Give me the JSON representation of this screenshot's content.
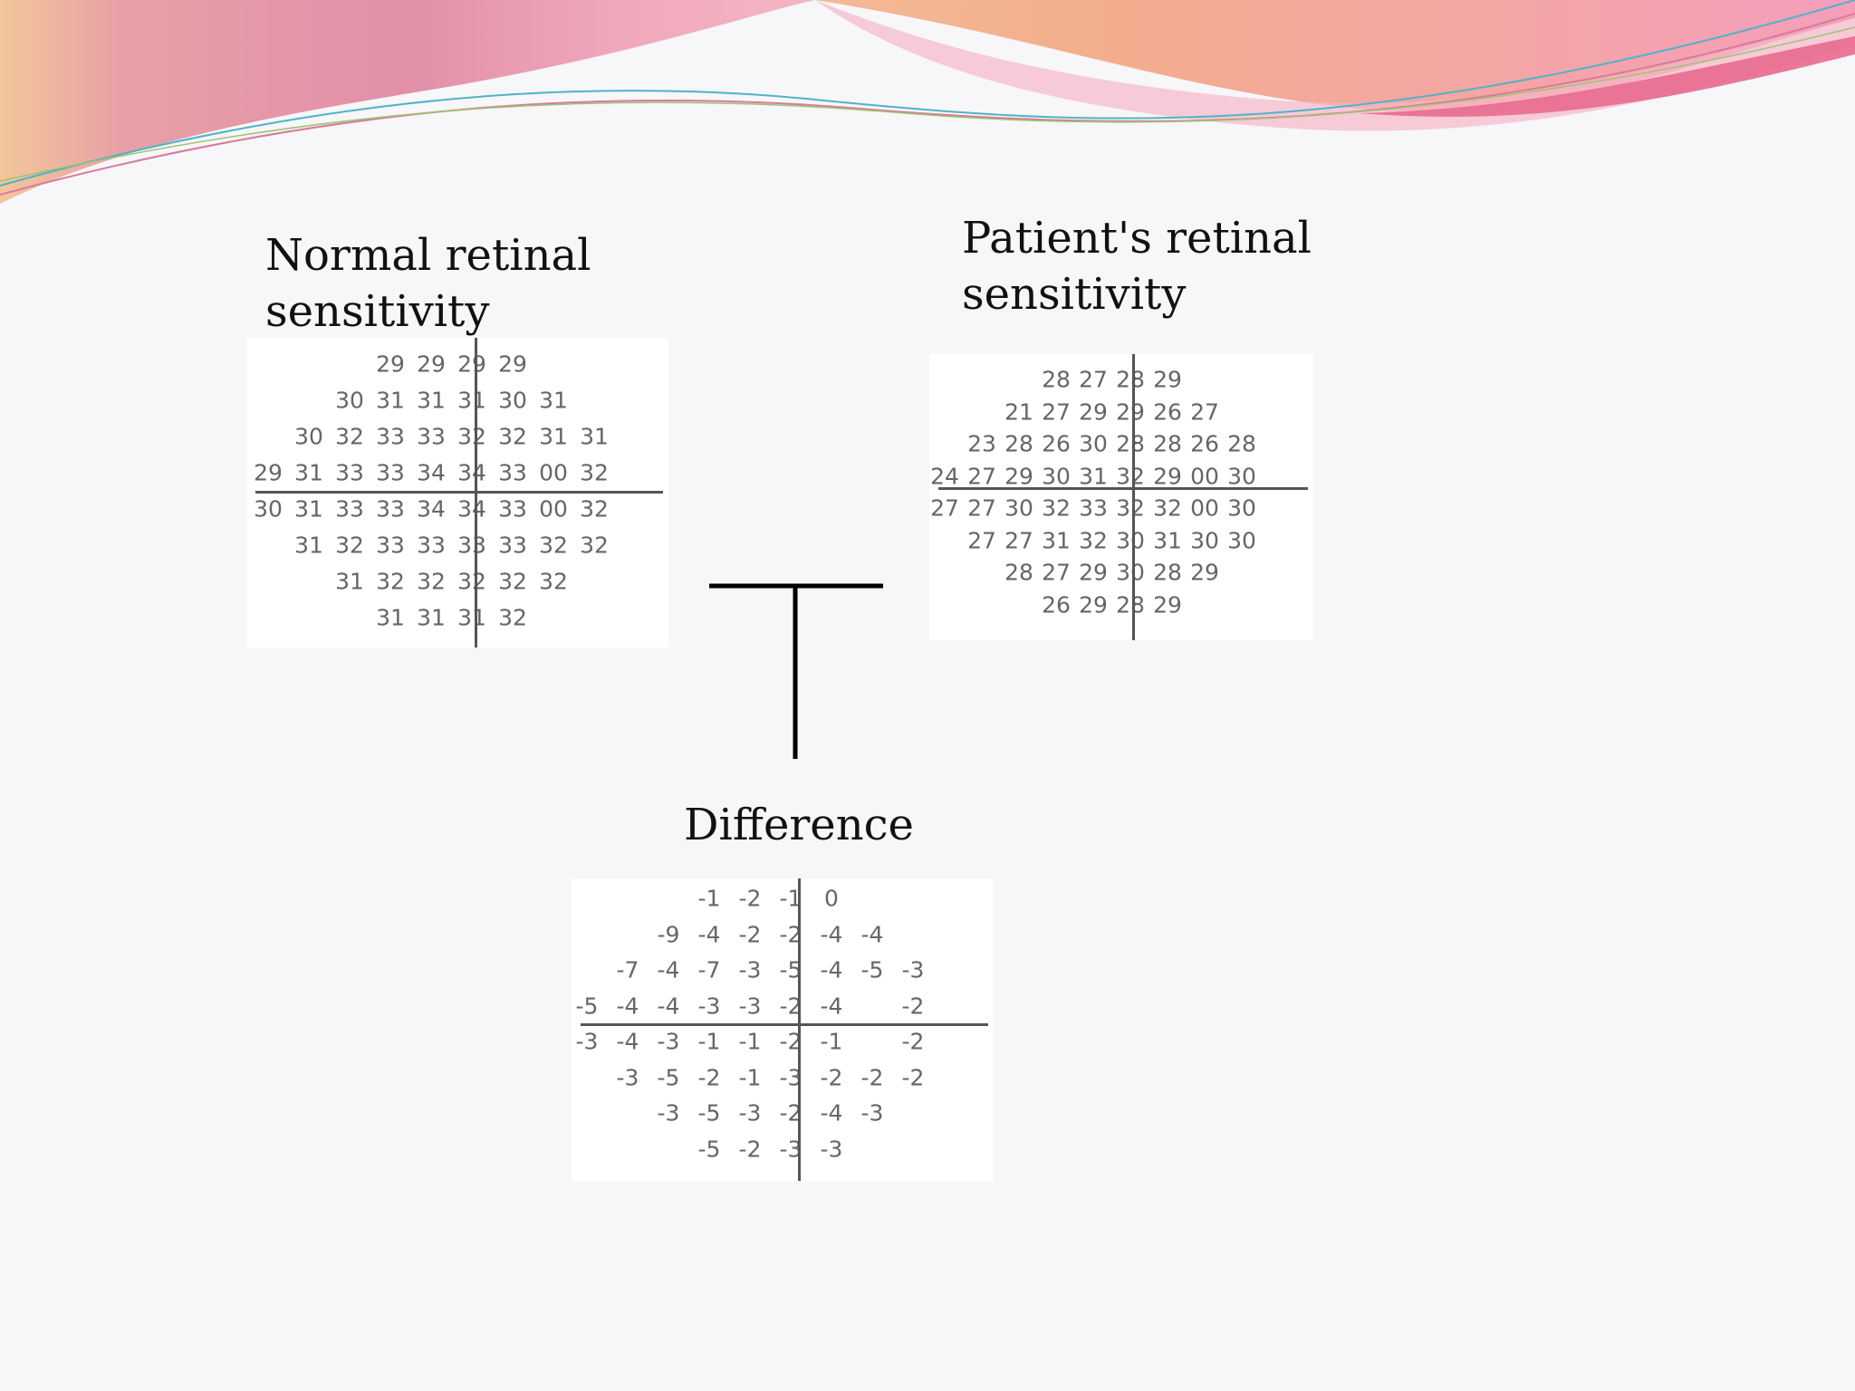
{
  "normal": {
    "title_line1": "Normal retinal",
    "title_line2": "sensitivity",
    "rows": [
      [
        "",
        "",
        "",
        "29",
        "29",
        "29",
        "29",
        "",
        "",
        ""
      ],
      [
        "",
        "",
        "30",
        "31",
        "31",
        "31",
        "30",
        "31",
        "",
        ""
      ],
      [
        "",
        "30",
        "32",
        "33",
        "33",
        "32",
        "32",
        "31",
        "31",
        ""
      ],
      [
        "29",
        "31",
        "33",
        "33",
        "34",
        "34",
        "33",
        "00",
        "32",
        ""
      ],
      [
        "30",
        "31",
        "33",
        "33",
        "34",
        "34",
        "33",
        "00",
        "32",
        ""
      ],
      [
        "",
        "31",
        "32",
        "33",
        "33",
        "33",
        "33",
        "32",
        "32",
        ""
      ],
      [
        "",
        "",
        "31",
        "32",
        "32",
        "32",
        "32",
        "32",
        "",
        ""
      ],
      [
        "",
        "",
        "",
        "31",
        "31",
        "31",
        "32",
        "",
        "",
        ""
      ]
    ]
  },
  "patient": {
    "title_line1": "Patient's retinal",
    "title_line2": "sensitivity",
    "rows": [
      [
        "",
        "",
        "",
        "28",
        "27",
        "28",
        "29",
        "",
        "",
        ""
      ],
      [
        "",
        "",
        "21",
        "27",
        "29",
        "29",
        "26",
        "27",
        "",
        ""
      ],
      [
        "",
        "23",
        "28",
        "26",
        "30",
        "28",
        "28",
        "26",
        "28",
        ""
      ],
      [
        "24",
        "27",
        "29",
        "30",
        "31",
        "32",
        "29",
        "00",
        "30",
        ""
      ],
      [
        "27",
        "27",
        "30",
        "32",
        "33",
        "32",
        "32",
        "00",
        "30",
        ""
      ],
      [
        "",
        "27",
        "27",
        "31",
        "32",
        "30",
        "31",
        "30",
        "30",
        ""
      ],
      [
        "",
        "",
        "28",
        "27",
        "29",
        "30",
        "28",
        "29",
        "",
        ""
      ],
      [
        "",
        "",
        "",
        "26",
        "29",
        "28",
        "29",
        "",
        "",
        ""
      ]
    ]
  },
  "difference": {
    "title": "Difference",
    "rows": [
      [
        "",
        "",
        "",
        "-1",
        "-2",
        "-1",
        "0",
        "",
        "",
        ""
      ],
      [
        "",
        "",
        "-9",
        "-4",
        "-2",
        "-2",
        "-4",
        "-4",
        "",
        ""
      ],
      [
        "",
        "-7",
        "-4",
        "-7",
        "-3",
        "-5",
        "-4",
        "-5",
        "-3",
        ""
      ],
      [
        "-5",
        "-4",
        "-4",
        "-3",
        "-3",
        "-2",
        "-4",
        "",
        "-2",
        ""
      ],
      [
        "-3",
        "-4",
        "-3",
        "-1",
        "-1",
        "-2",
        "-1",
        "",
        "-2",
        ""
      ],
      [
        "",
        "-3",
        "-5",
        "-2",
        "-1",
        "-3",
        "-2",
        "-2",
        "-2",
        ""
      ],
      [
        "",
        "",
        "-3",
        "-5",
        "-3",
        "-2",
        "-4",
        "-3",
        "",
        ""
      ],
      [
        "",
        "",
        "",
        "-5",
        "-2",
        "-3",
        "-3",
        "",
        "",
        ""
      ]
    ]
  }
}
